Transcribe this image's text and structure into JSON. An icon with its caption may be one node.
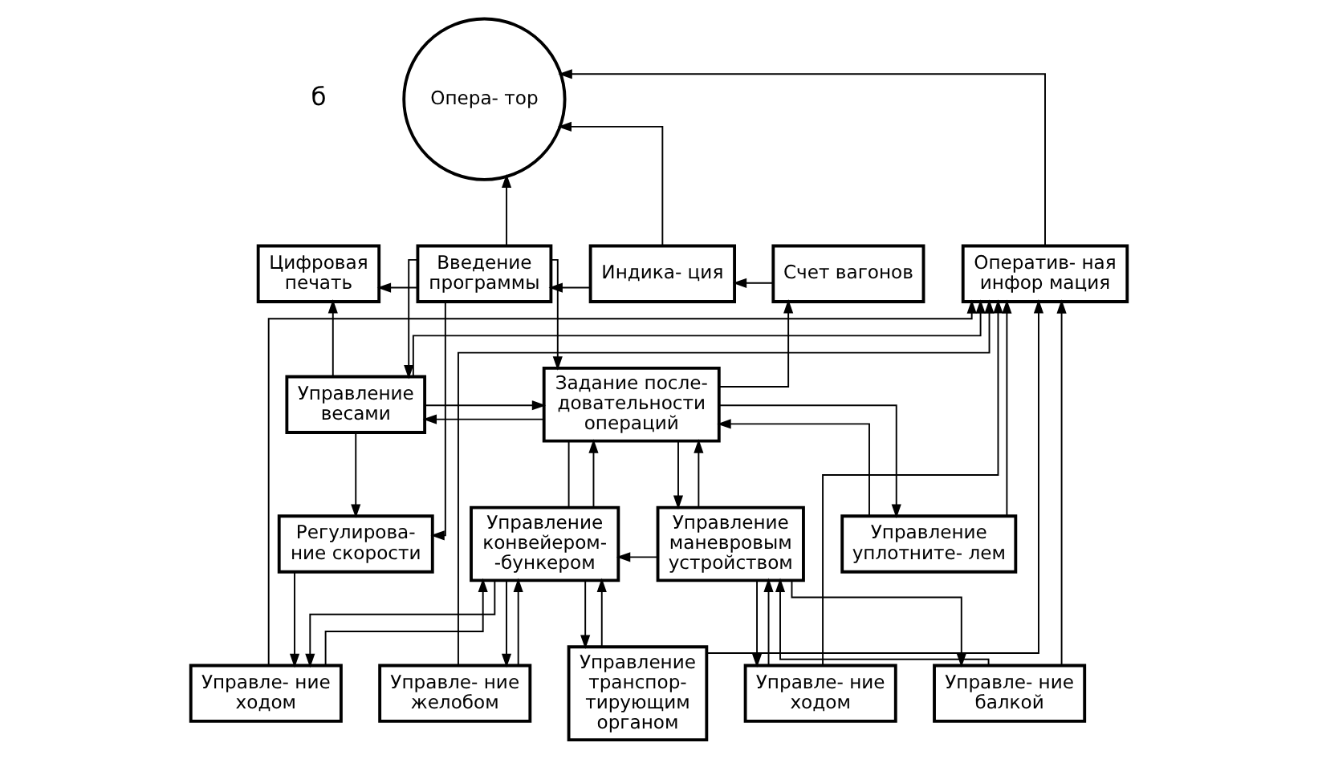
{
  "diagram": {
    "nodes": [
      {
        "text": [
          "Опера- тор"
        ]
      },
      {
        "text": [
          "Цифровая печать"
        ]
      },
      {
        "text": [
          "Введение программы"
        ]
      },
      {
        "text": [
          "Индика- ция"
        ]
      },
      {
        "text": [
          "Счет вагонов"
        ]
      },
      {
        "text": [
          "Оператив- ная инфор мация"
        ]
      },
      {
        "text": [
          "Управление весами"
        ]
      },
      {
        "text": [
          "Задание после- довательности операций"
        ]
      },
      {
        "text": [
          "Регулирова- ние скорости"
        ]
      },
      {
        "text": [
          "Управление конвейером- -бункером"
        ]
      },
      {
        "text": [
          "Управление маневровым устройством"
        ]
      },
      {
        "text": [
          "Управление уплотните- лем"
        ]
      },
      {
        "text": [
          "Управле- ние ходом"
        ]
      },
      {
        "text": [
          "Управле- ние желобом"
        ]
      },
      {
        "text": [
          "Управление транспор- тирующим органом"
        ]
      },
      {
        "text": [
          "Управле- ние ходом"
        ]
      },
      {
        "text": [
          "Управле- ние балкой"
        ]
      }
    ],
    "edges": [
      {
        "from": 2,
        "to": 0,
        "arrow": "to"
      },
      {
        "from": 3,
        "to": 0,
        "arrow": "to"
      },
      {
        "from": 5,
        "to": 0,
        "arrow": "to"
      },
      {
        "from": 3,
        "to": 2,
        "arrow": "to"
      },
      {
        "from": 4,
        "to": 3,
        "arrow": "to"
      },
      {
        "from": 2,
        "to": 1,
        "arrow": "to"
      },
      {
        "from": 2,
        "to": 6,
        "arrow": "to"
      },
      {
        "from": 2,
        "to": 7,
        "arrow": "to"
      },
      {
        "from": 2,
        "to": 8,
        "arrow": "to"
      },
      {
        "from": 6,
        "to": 1,
        "arrow": "to"
      },
      {
        "from": 7,
        "to": 6,
        "arrow": "to"
      },
      {
        "from": 6,
        "to": 7,
        "arrow": "to"
      },
      {
        "from": 7,
        "to": 4,
        "arrow": "to"
      },
      {
        "from": 7,
        "to": 11,
        "arrow": "to"
      },
      {
        "from": 11,
        "to": 7,
        "arrow": "to"
      },
      {
        "from": 7,
        "to": 9,
        "arrow": "none"
      },
      {
        "from": 9,
        "to": 7,
        "arrow": "to"
      },
      {
        "from": 7,
        "to": 10,
        "arrow": "to"
      },
      {
        "from": 10,
        "to": 7,
        "arrow": "to"
      },
      {
        "from": 6,
        "to": 8,
        "arrow": "to"
      },
      {
        "from": 10,
        "to": 9,
        "arrow": "to"
      },
      {
        "from": 9,
        "to": 12,
        "arrow": "to"
      },
      {
        "from": 12,
        "to": 9,
        "arrow": "to"
      },
      {
        "from": 9,
        "to": 13,
        "arrow": "to"
      },
      {
        "from": 13,
        "to": 9,
        "arrow": "to"
      },
      {
        "from": 9,
        "to": 14,
        "arrow": "to"
      },
      {
        "from": 14,
        "to": 9,
        "arrow": "to"
      },
      {
        "from": 8,
        "to": 12,
        "arrow": "to"
      },
      {
        "from": 10,
        "to": 15,
        "arrow": "to"
      },
      {
        "from": 15,
        "to": 10,
        "arrow": "to"
      },
      {
        "from": 10,
        "to": 16,
        "arrow": "to"
      },
      {
        "from": 16,
        "to": 10,
        "arrow": "to"
      },
      {
        "from": 6,
        "to": 5,
        "arrow": "to"
      },
      {
        "from": 12,
        "to": 5,
        "arrow": "to"
      },
      {
        "from": 13,
        "to": 5,
        "arrow": "to"
      },
      {
        "from": 14,
        "to": 5,
        "arrow": "to"
      },
      {
        "from": 15,
        "to": 5,
        "arrow": "to"
      },
      {
        "from": 16,
        "to": 5,
        "arrow": "to"
      },
      {
        "from": 11,
        "to": 5,
        "arrow": "to"
      }
    ],
    "labels": [
      "б"
    ]
  }
}
